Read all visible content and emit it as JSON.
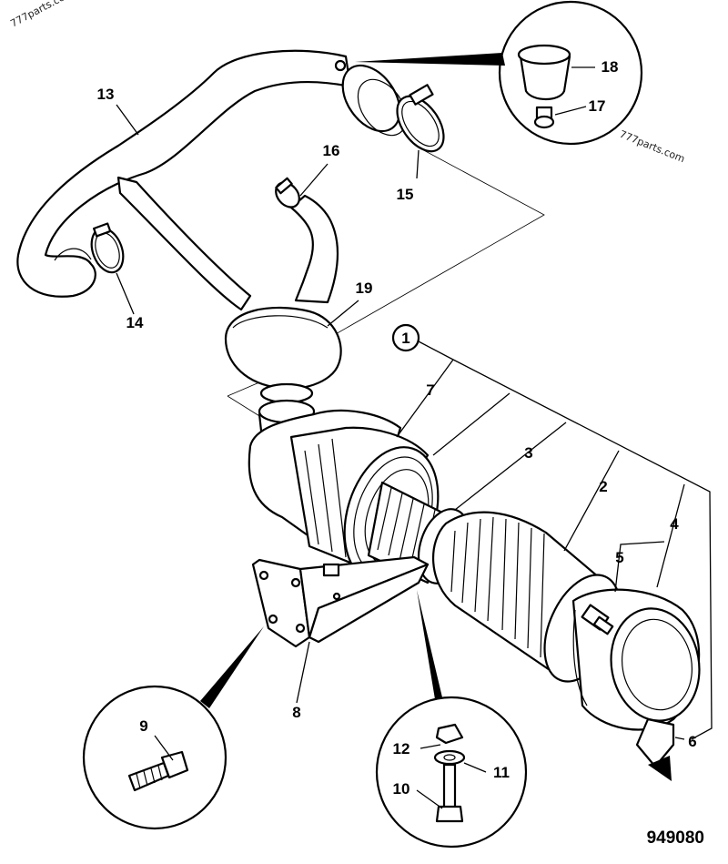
{
  "watermark": "777parts.com",
  "drawing_code": "949080",
  "callouts": {
    "c1": "1",
    "c2": "2",
    "c3": "3",
    "c4": "4",
    "c5": "5",
    "c6": "6",
    "c7": "7",
    "c8": "8",
    "c9": "9",
    "c10": "10",
    "c11": "11",
    "c12": "12",
    "c13": "13",
    "c14": "14",
    "c15": "15",
    "c16": "16",
    "c17": "17",
    "c18": "18",
    "c19": "19"
  }
}
